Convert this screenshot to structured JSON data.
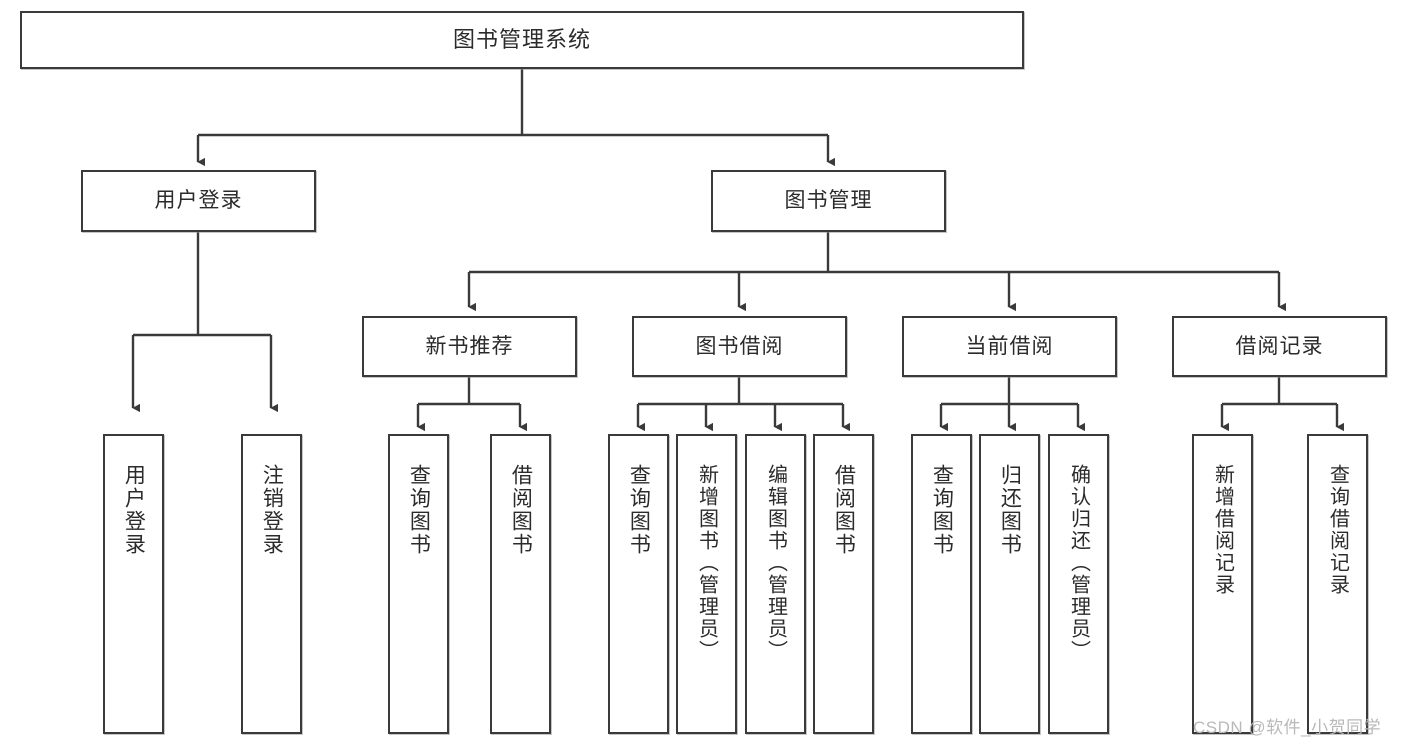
{
  "diagram": {
    "title": "图书管理系统",
    "type": "hierarchy-tree",
    "watermark": "CSDN @软件_小贺同学",
    "colors": {
      "border": "#3a3a3a",
      "text": "#2b2b2b",
      "line": "#3a3a3a",
      "background": "#ffffff",
      "watermark": "#b9b9b9"
    },
    "root": {
      "label": "图书管理系统"
    },
    "level2": [
      {
        "label": "用户登录"
      },
      {
        "label": "图书管理"
      }
    ],
    "level3": [
      {
        "label": "新书推荐"
      },
      {
        "label": "图书借阅"
      },
      {
        "label": "当前借阅"
      },
      {
        "label": "借阅记录"
      }
    ],
    "leaves": {
      "user_login": [
        {
          "label": "用户登录"
        },
        {
          "label": "注销登录"
        }
      ],
      "new_book": [
        {
          "label": "查询图书"
        },
        {
          "label": "借阅图书"
        }
      ],
      "book_borrow": [
        {
          "label": "查询图书"
        },
        {
          "label": "新增图书（管理员）"
        },
        {
          "label": "编辑图书（管理员）"
        },
        {
          "label": "借阅图书"
        }
      ],
      "current_borrow": [
        {
          "label": "查询图书"
        },
        {
          "label": "归还图书"
        },
        {
          "label": "确认归还（管理员）"
        }
      ],
      "borrow_record": [
        {
          "label": "新增借阅记录"
        },
        {
          "label": "查询借阅记录"
        }
      ]
    }
  }
}
